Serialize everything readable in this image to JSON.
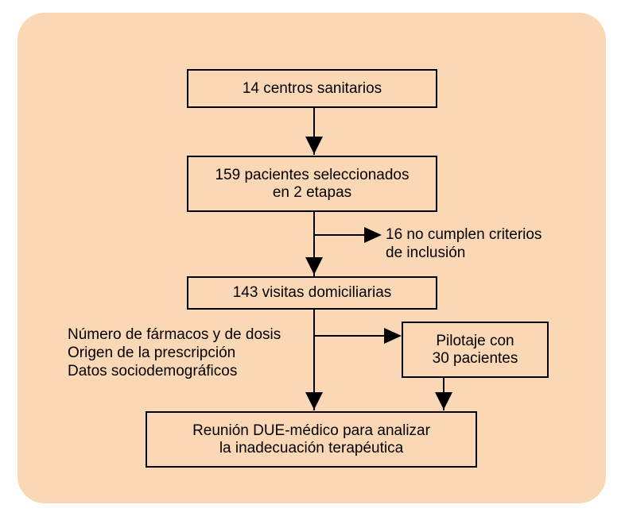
{
  "colors": {
    "panel_background": "#fbd8b5",
    "stroke": "#000000"
  },
  "nodes": {
    "centers": "14 centros sanitarios",
    "selected": "159 pacientes seleccionados\nen 2 etapas",
    "excluded": "16 no cumplen criterios\nde inclusión",
    "visits": "143 visitas domiciliarias",
    "variables": "Número de fármacos y de dosis\nOrigen de la prescripción\nDatos sociodemográficos",
    "pilot": "Pilotaje con\n30 pacientes",
    "meeting": "Reunión DUE-médico para analizar\nla inadecuación terapéutica"
  }
}
